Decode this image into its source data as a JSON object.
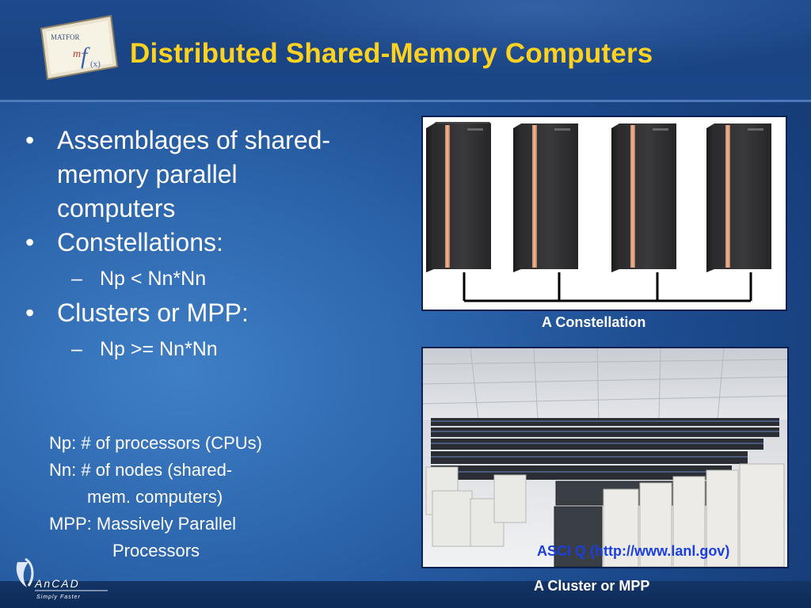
{
  "slide": {
    "title": "Distributed Shared-Memory Computers",
    "logo_text": "MATFOR",
    "bullets": [
      {
        "text": "Assemblages of shared-",
        "text2": "memory parallel",
        "text3": "computers"
      },
      {
        "text": "Constellations:"
      },
      {
        "sub": "Np < Nn*Nn"
      },
      {
        "text": "Clusters or MPP:"
      },
      {
        "sub": "Np >= Nn*Nn"
      }
    ],
    "bullet_glyph": "•",
    "dash_glyph": "–",
    "notes": [
      "Np: # of processors (CPUs)",
      "Nn: # of nodes (shared-",
      "mem. computers)",
      "MPP: Massively Parallel",
      "Processors"
    ]
  },
  "figures": {
    "constellation_caption": "A Constellation",
    "cluster_overlay_caption": "ASCI Q (http://www.lanl.gov)",
    "cluster_caption": "A Cluster or MPP"
  },
  "footer": {
    "brand": "AnCAD",
    "tagline": "Simply Faster"
  },
  "colors": {
    "title": "#ffd21f",
    "background": "#2d66ad",
    "text": "#ffffff",
    "overlay_caption": "#1a3fe0"
  }
}
